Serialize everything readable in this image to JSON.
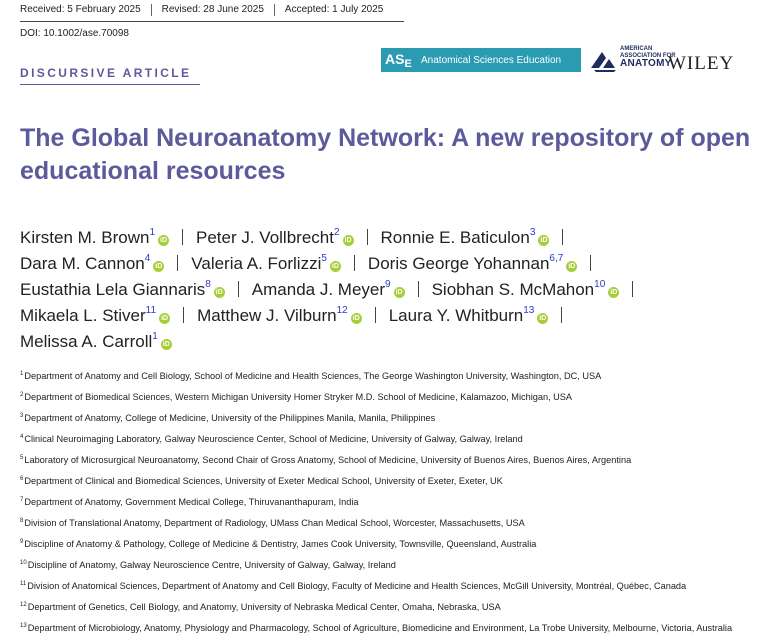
{
  "history": [
    "Received: 5 February 2025",
    "Revised: 28 June 2025",
    "Accepted: 1 July 2025"
  ],
  "doi": "DOI: 10.1002/ase.70098",
  "article_type": "DISCURSIVE ARTICLE",
  "journal": {
    "mark": "AS",
    "mark_sub": "E",
    "name": "Anatomical Sciences Education"
  },
  "society": {
    "line1": "AMERICAN",
    "line2": "ASSOCIATION FOR",
    "line3": "ANATOMY"
  },
  "publisher": "WILEY",
  "title": "The Global Neuroanatomy Network: A new repository of open educational resources",
  "orcid_glyph": "iD",
  "author_rows": [
    [
      {
        "name": "Kirsten M. Brown",
        "aff": "1"
      },
      {
        "name": "Peter J. Vollbrecht",
        "aff": "2"
      },
      {
        "name": "Ronnie E. Baticulon",
        "aff": "3"
      }
    ],
    [
      {
        "name": "Dara M. Cannon",
        "aff": "4"
      },
      {
        "name": "Valeria A. Forlizzi",
        "aff": "5"
      },
      {
        "name": "Doris George Yohannan",
        "aff": "6,7"
      }
    ],
    [
      {
        "name": "Eustathia Lela Giannaris",
        "aff": "8"
      },
      {
        "name": "Amanda J. Meyer",
        "aff": "9"
      },
      {
        "name": "Siobhan S. McMahon",
        "aff": "10"
      }
    ],
    [
      {
        "name": "Mikaela L. Stiver",
        "aff": "11"
      },
      {
        "name": "Matthew J. Vilburn",
        "aff": "12"
      },
      {
        "name": "Laura Y. Whitburn",
        "aff": "13"
      }
    ],
    [
      {
        "name": "Melissa A. Carroll",
        "aff": "1"
      }
    ]
  ],
  "affiliations": [
    {
      "n": "1",
      "text": "Department of Anatomy and Cell Biology, School of Medicine and Health Sciences, The George Washington University, Washington, DC, USA"
    },
    {
      "n": "2",
      "text": "Department of Biomedical Sciences, Western Michigan University Homer Stryker M.D. School of Medicine, Kalamazoo, Michigan, USA"
    },
    {
      "n": "3",
      "text": "Department of Anatomy, College of Medicine, University of the Philippines Manila, Manila, Philippines"
    },
    {
      "n": "4",
      "text": "Clinical Neuroimaging Laboratory, Galway Neuroscience Center, School of Medicine, University of Galway, Galway, Ireland"
    },
    {
      "n": "5",
      "text": "Laboratory of Microsurgical Neuroanatomy, Second Chair of Gross Anatomy, School of Medicine, University of Buenos Aires, Buenos Aires, Argentina"
    },
    {
      "n": "6",
      "text": "Department of Clinical and Biomedical Sciences, University of Exeter Medical School, University of Exeter, Exeter, UK"
    },
    {
      "n": "7",
      "text": "Department of Anatomy, Government Medical College, Thiruvananthapuram, India"
    },
    {
      "n": "8",
      "text": "Division of Translational Anatomy, Department of Radiology, UMass Chan Medical School, Worcester, Massachusetts, USA"
    },
    {
      "n": "9",
      "text": "Discipline of Anatomy & Pathology, College of Medicine & Dentistry, James Cook University, Townsville, Queensland, Australia"
    },
    {
      "n": "10",
      "text": "Discipline of Anatomy, Galway Neuroscience Centre, University of Galway, Galway, Ireland"
    },
    {
      "n": "11",
      "text": "Division of Anatomical Sciences, Department of Anatomy and Cell Biology, Faculty of Medicine and Health Sciences, McGill University, Montréal, Québec, Canada"
    },
    {
      "n": "12",
      "text": "Department of Genetics, Cell Biology, and Anatomy, University of Nebraska Medical Center, Omaha, Nebraska, USA"
    },
    {
      "n": "13",
      "text": "Department of Microbiology, Anatomy, Physiology and Pharmacology, School of Agriculture, Biomedicine and Environment, La Trobe University, Melbourne, Victoria, Australia"
    }
  ]
}
